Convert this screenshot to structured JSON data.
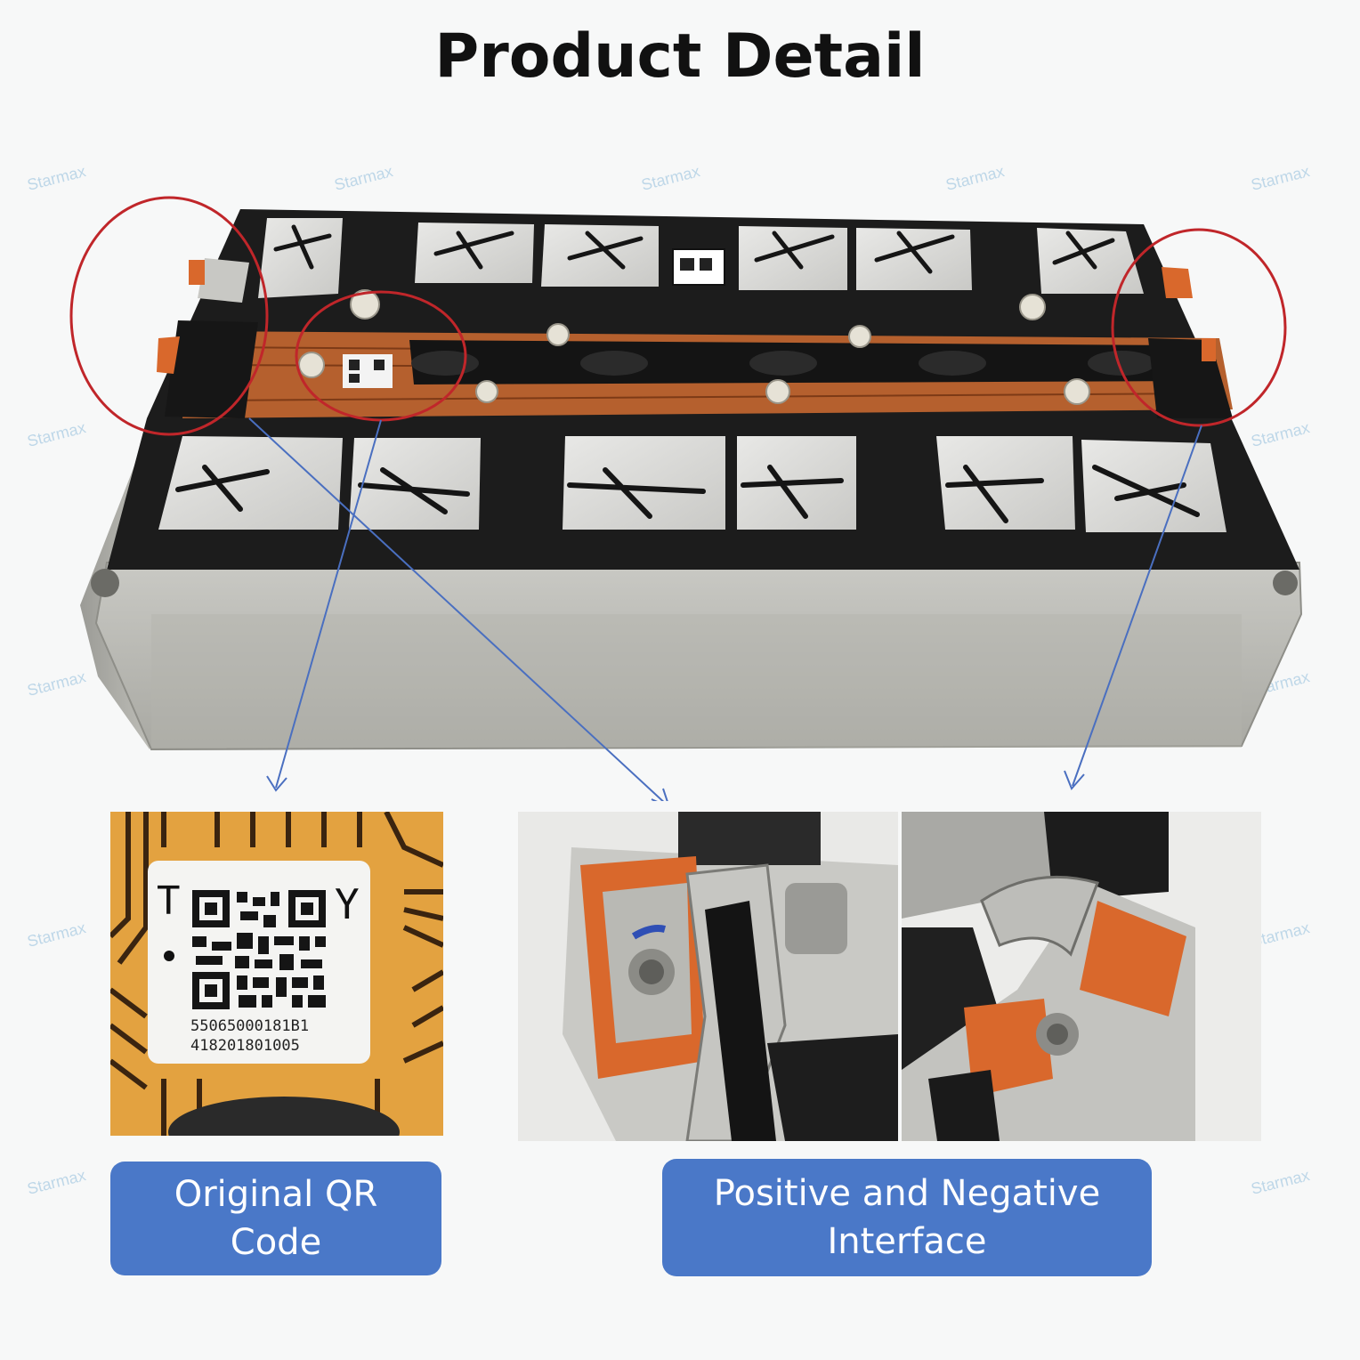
{
  "page": {
    "title": "Product Detail"
  },
  "watermark": "Starmax",
  "qr_label": {
    "mark_left": "T",
    "mark_right": "Y",
    "serial_line_1": "55065000181B1",
    "serial_line_2": "418201801005"
  },
  "captions": {
    "qr": {
      "line1": "Original QR",
      "line2": "Code"
    },
    "interface": {
      "line1": "Positive and Negative",
      "line2": "Interface"
    }
  },
  "colors": {
    "caption_bg": "#4a78c8",
    "callout_circle": "#c0262a",
    "arrow": "#4a6fc0",
    "flex_pcb": "#b5602e",
    "housing": "#1c1c1c",
    "case_metal": "#b8b8b2"
  }
}
